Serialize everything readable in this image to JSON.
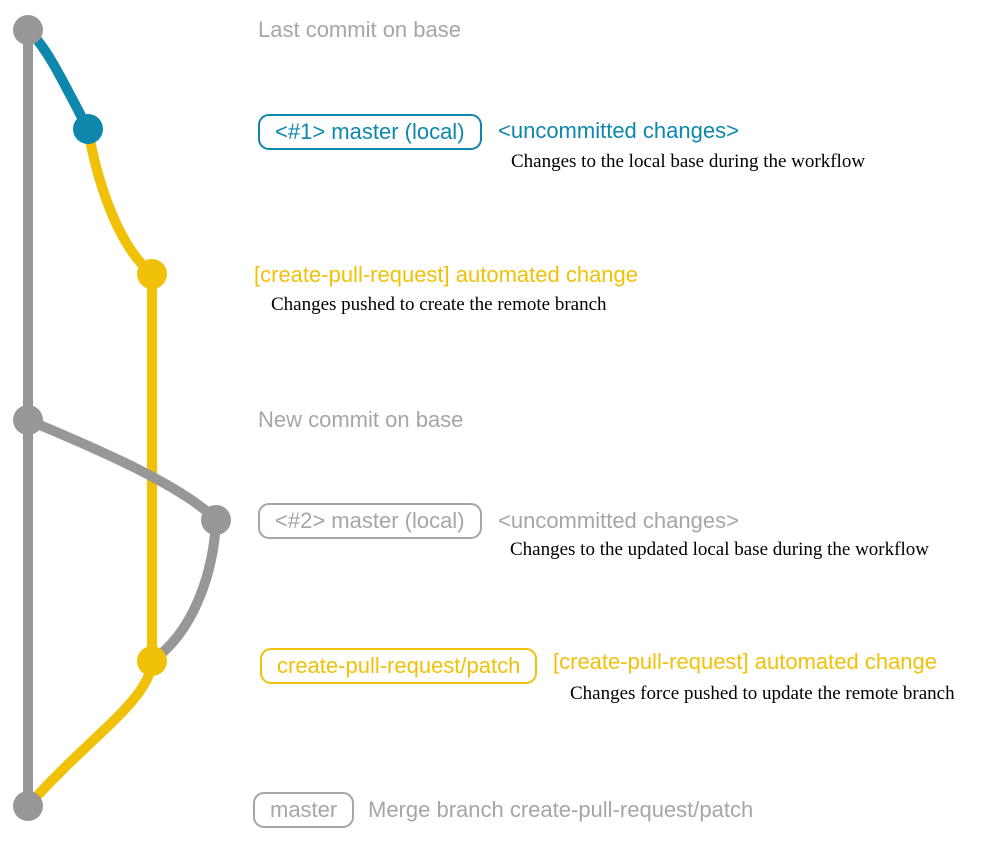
{
  "colors": {
    "base_gray": "#979797",
    "teal": "#0e87ac",
    "yellow": "#f1c109",
    "gray_text": "#a6a6a6",
    "note_black": "#000000",
    "bg": "#ffffff"
  },
  "annotations": {
    "row1": {
      "text": "Last commit on base"
    },
    "row2": {
      "branch_label": "<#1> master (local)",
      "message": "<uncommitted changes>",
      "note": "Changes to the local base during the workflow"
    },
    "row3": {
      "message": "[create-pull-request] automated change",
      "note": "Changes pushed to create the remote branch"
    },
    "row4": {
      "text": "New commit on base"
    },
    "row5": {
      "branch_label": "<#2> master (local)",
      "message": "<uncommitted changes>",
      "note": "Changes to the updated local base during the workflow"
    },
    "row6": {
      "branch_label": "create-pull-request/patch",
      "message": "[create-pull-request] automated change",
      "note": "Changes force pushed to update the remote branch"
    },
    "row7": {
      "branch_label": "master",
      "message": "Merge branch create-pull-request/patch"
    }
  },
  "graph": {
    "branches": [
      {
        "name": "base",
        "color_key": "base_gray"
      },
      {
        "name": "local-master-1",
        "color_key": "teal"
      },
      {
        "name": "create-pull-request-patch",
        "color_key": "yellow"
      },
      {
        "name": "local-master-2",
        "color_key": "base_gray"
      }
    ],
    "commits": [
      {
        "name": "last-commit-on-base",
        "color_key": "base_gray"
      },
      {
        "name": "uncommitted-changes-1",
        "color_key": "teal"
      },
      {
        "name": "automated-change-1",
        "color_key": "yellow"
      },
      {
        "name": "new-commit-on-base",
        "color_key": "base_gray"
      },
      {
        "name": "uncommitted-changes-2",
        "color_key": "base_gray"
      },
      {
        "name": "automated-change-2",
        "color_key": "yellow"
      },
      {
        "name": "merge-commit",
        "color_key": "base_gray"
      }
    ]
  }
}
